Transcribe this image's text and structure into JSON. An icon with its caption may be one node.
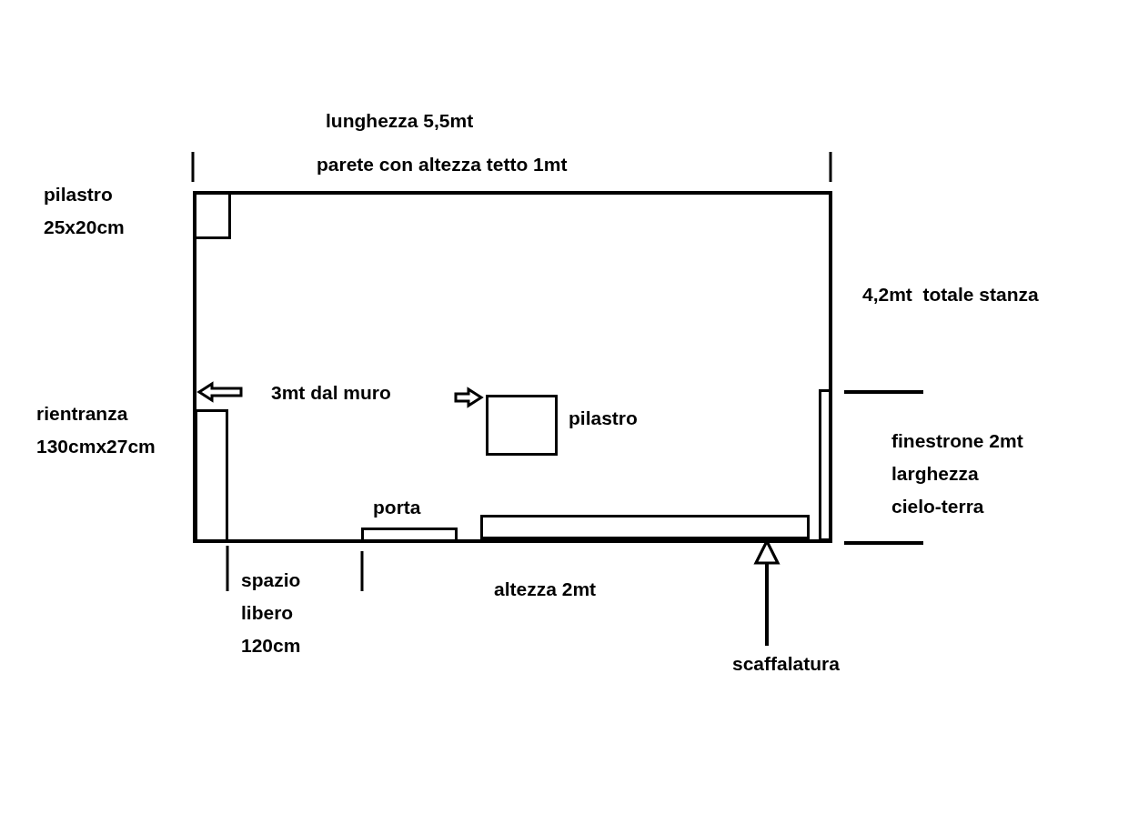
{
  "diagram": {
    "nodes": [
      {
        "text": [],
        "shape": "box"
      },
      {
        "text": [],
        "shape": "box",
        "in": 0,
        "beside": [
          "pilastro 25x20cm"
        ]
      },
      {
        "text": [],
        "shape": "box",
        "in": 0,
        "beside": [
          "rientranza 130cmx27cm"
        ]
      },
      {
        "text": [],
        "shape": "box",
        "in": 0,
        "beside": [
          "pilastro"
        ]
      },
      {
        "text": [],
        "shape": "box",
        "in": 0,
        "beside": [
          "porta"
        ]
      },
      {
        "text": [],
        "shape": "box",
        "in": 0
      },
      {
        "text": [
          "scaffalatura"
        ]
      },
      {
        "text": [],
        "shape": "box",
        "in": 0,
        "beside": [
          "finestrone 2mt larghezza cielo-terra"
        ]
      }
    ],
    "edges": [
      {
        "from": 6,
        "to": 5,
        "arrow": "to"
      }
    ],
    "labels": [
      "lunghezza 5,5mt",
      "parete con altezza tetto 1mt",
      "4,2mt  totale stanza",
      "3mt dal muro",
      "spazio libero 120cm",
      "altezza 2mt"
    ]
  }
}
